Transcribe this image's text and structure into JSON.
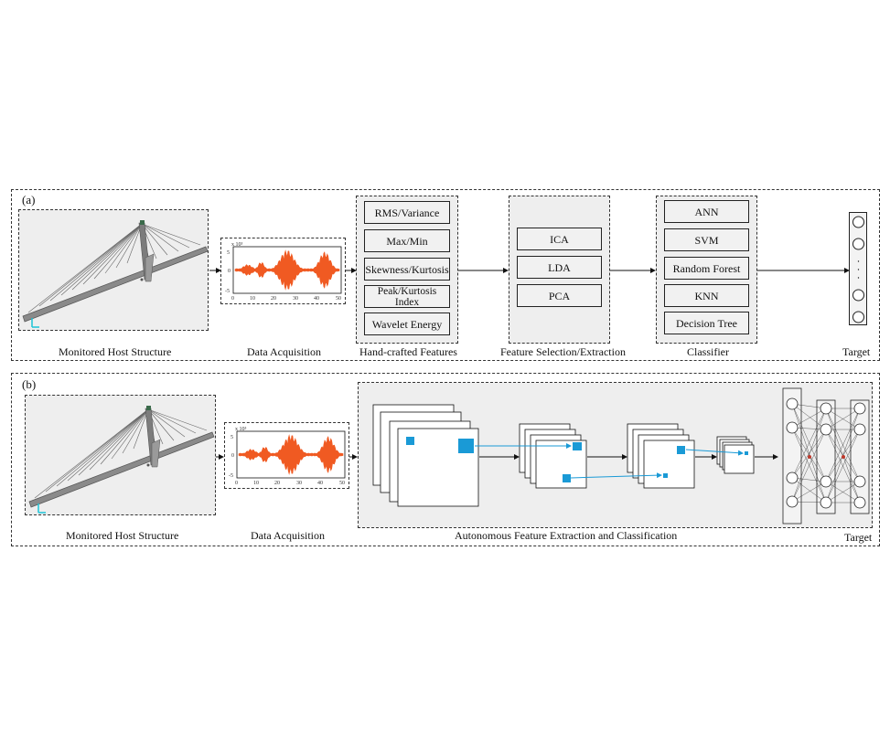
{
  "panel_a": {
    "label": "(a)",
    "captions": {
      "structure": "Monitored Host Structure",
      "acquisition": "Data Acquisition",
      "handcrafted": "Hand-crafted Features",
      "selection": "Feature Selection/Extraction",
      "classifier": "Classifier",
      "target": "Target"
    },
    "handcrafted_items": [
      "RMS/Variance",
      "Max/Min",
      "Skewness/Kurtosis",
      "Peak/Kurtosis Index",
      "Wavelet Energy"
    ],
    "selection_items": [
      "ICA",
      "LDA",
      "PCA"
    ],
    "classifier_items": [
      "ANN",
      "SVM",
      "Random Forest",
      "KNN",
      "Decision Tree"
    ],
    "target_dots": "."
  },
  "panel_b": {
    "label": "(b)",
    "captions": {
      "structure": "Monitored Host Structure",
      "acquisition": "Data Acquisition",
      "autonomous": "Autonomous Feature Extraction and Classification",
      "target": "Target"
    }
  },
  "plot": {
    "exponent": "x 10³",
    "yticks": [
      "5",
      "0",
      "-5"
    ],
    "xticks": [
      "0",
      "10",
      "20",
      "30",
      "40",
      "50"
    ]
  },
  "colors": {
    "signal": "#f05a22",
    "accent": "#1a9ad6",
    "panel": "#eeeeee"
  }
}
